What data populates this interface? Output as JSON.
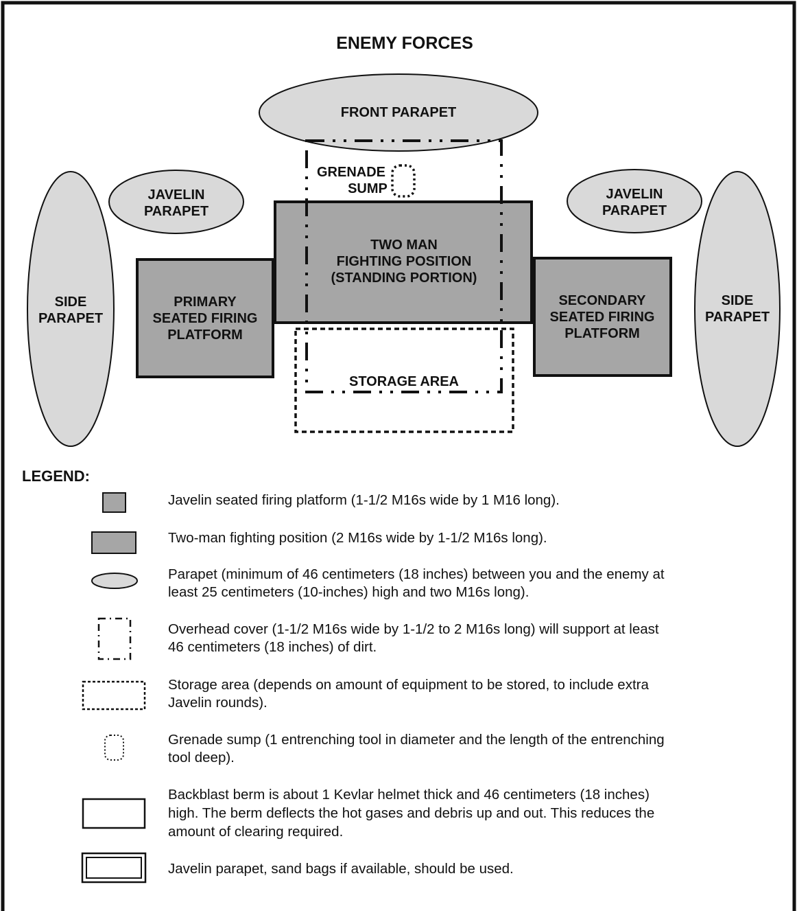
{
  "colors": {
    "ellipse_fill": "#d9d9d9",
    "platform_fill": "#a6a6a6",
    "stroke": "#111111",
    "background": "#ffffff"
  },
  "diagram": {
    "title": "ENEMY FORCES",
    "front_parapet": "FRONT PARAPET",
    "grenade_sump": [
      "GRENADE",
      "SUMP"
    ],
    "javelin_parapet_left": [
      "JAVELIN",
      "PARAPET"
    ],
    "javelin_parapet_right": [
      "JAVELIN",
      "PARAPET"
    ],
    "side_parapet_left": [
      "SIDE",
      "PARAPET"
    ],
    "side_parapet_right": [
      "SIDE",
      "PARAPET"
    ],
    "fighting_position": [
      "TWO MAN",
      "FIGHTING POSITION",
      "(STANDING PORTION)"
    ],
    "primary_platform": [
      "PRIMARY",
      "SEATED FIRING",
      "PLATFORM"
    ],
    "secondary_platform": [
      "SECONDARY",
      "SEATED FIRING",
      "PLATFORM"
    ],
    "storage_area": "STORAGE AREA"
  },
  "legend": {
    "title": "LEGEND:",
    "items": [
      {
        "icon": "seated-platform-icon",
        "lines": [
          "Javelin seated firing platform (1-1/2 M16s wide by 1 M16 long)."
        ]
      },
      {
        "icon": "fighting-position-icon",
        "lines": [
          "Two-man fighting position (2 M16s wide by 1-1/2 M16s long)."
        ]
      },
      {
        "icon": "parapet-icon",
        "lines": [
          "Parapet (minimum of 46 centimeters (18 inches) between you and the enemy at",
          "least 25 centimeters (10-inches) high and two M16s long)."
        ]
      },
      {
        "icon": "overhead-cover-icon",
        "lines": [
          "Overhead cover (1-1/2 M16s wide by 1-1/2  to 2 M16s long) will support at least",
          "46 centimeters (18 inches) of dirt."
        ]
      },
      {
        "icon": "storage-area-icon",
        "lines": [
          "Storage area (depends on amount of equipment to be stored, to include extra",
          "Javelin rounds)."
        ]
      },
      {
        "icon": "grenade-sump-icon",
        "lines": [
          "Grenade sump (1 entrenching tool in diameter and the length of the entrenching",
          "tool deep)."
        ]
      },
      {
        "icon": "backblast-berm-icon",
        "lines": [
          "Backblast berm is about 1 Kevlar helmet thick and 46 centimeters (18 inches)",
          "high.  The berm deflects the hot gases and debris up and out.  This reduces the",
          "amount of clearing required."
        ]
      },
      {
        "icon": "javelin-parapet-icon",
        "lines": [
          "Javelin parapet, sand bags if available, should be used."
        ]
      }
    ]
  }
}
